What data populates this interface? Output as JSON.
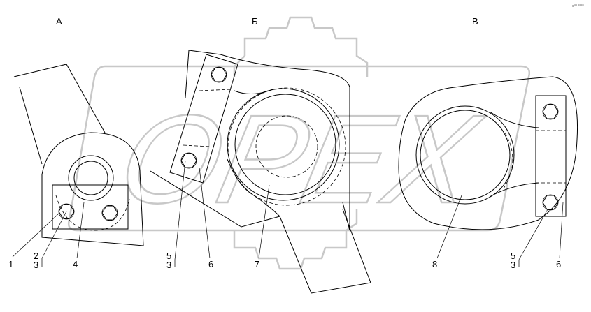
{
  "views": {
    "a": "А",
    "b": "Б",
    "v": "В"
  },
  "callouts": {
    "a_1": "1",
    "a_2": "2",
    "a_3": "3",
    "a_4": "4",
    "b_5": "5",
    "b_3": "3",
    "b_6": "6",
    "b_7": "7",
    "v_8": "8",
    "v_5": "5",
    "v_3": "3",
    "v_6": "6"
  },
  "corner_mark": "q⁰⁰ ⁰⁰⁰⁰",
  "watermark": {
    "text": "OPEX",
    "color": "#c8c8c8"
  }
}
